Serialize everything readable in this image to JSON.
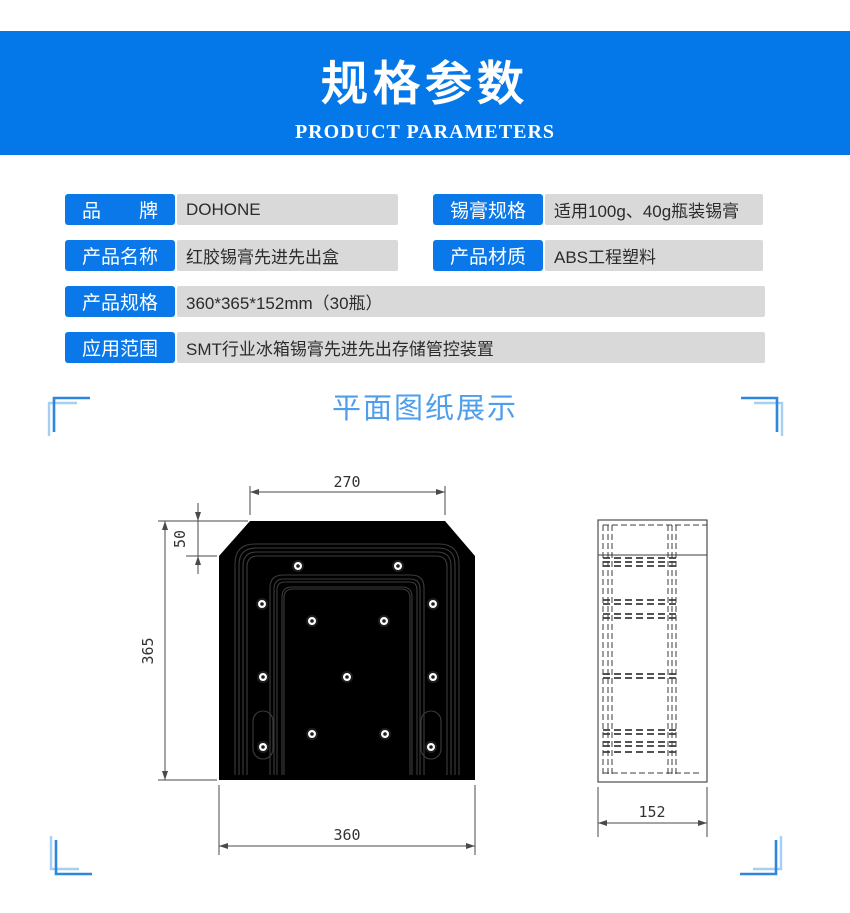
{
  "banner": {
    "title": "规格参数",
    "subtitle": "PRODUCT PARAMETERS",
    "bg_color": "#0478E8"
  },
  "params": {
    "label_bg_color": "#0A78E8",
    "value_bg_color": "#D9D9D9",
    "rows": [
      {
        "label": "品　　牌",
        "value": "DOHONE"
      },
      {
        "label": "锡膏规格",
        "value": "适用100g、40g瓶装锡膏"
      },
      {
        "label": "产品名称",
        "value": "红胶锡膏先进先出盒"
      },
      {
        "label": "产品材质",
        "value": "ABS工程塑料"
      },
      {
        "label": "产品规格",
        "value": "360*365*152mm（30瓶）"
      },
      {
        "label": "应用范围",
        "value": "SMT行业冰箱锡膏先进先出存储管控装置"
      }
    ]
  },
  "section": {
    "title": "平面图纸展示",
    "title_color": "#4D9EEC",
    "bracket_dark_color": "#2F86DC",
    "bracket_light_color": "#A6CFF3"
  },
  "drawing": {
    "front": {
      "dim_top_width": "270",
      "dim_chamfer_height": "50",
      "dim_total_height": "365",
      "dim_total_width": "360"
    },
    "side": {
      "dim_depth": "152"
    }
  }
}
